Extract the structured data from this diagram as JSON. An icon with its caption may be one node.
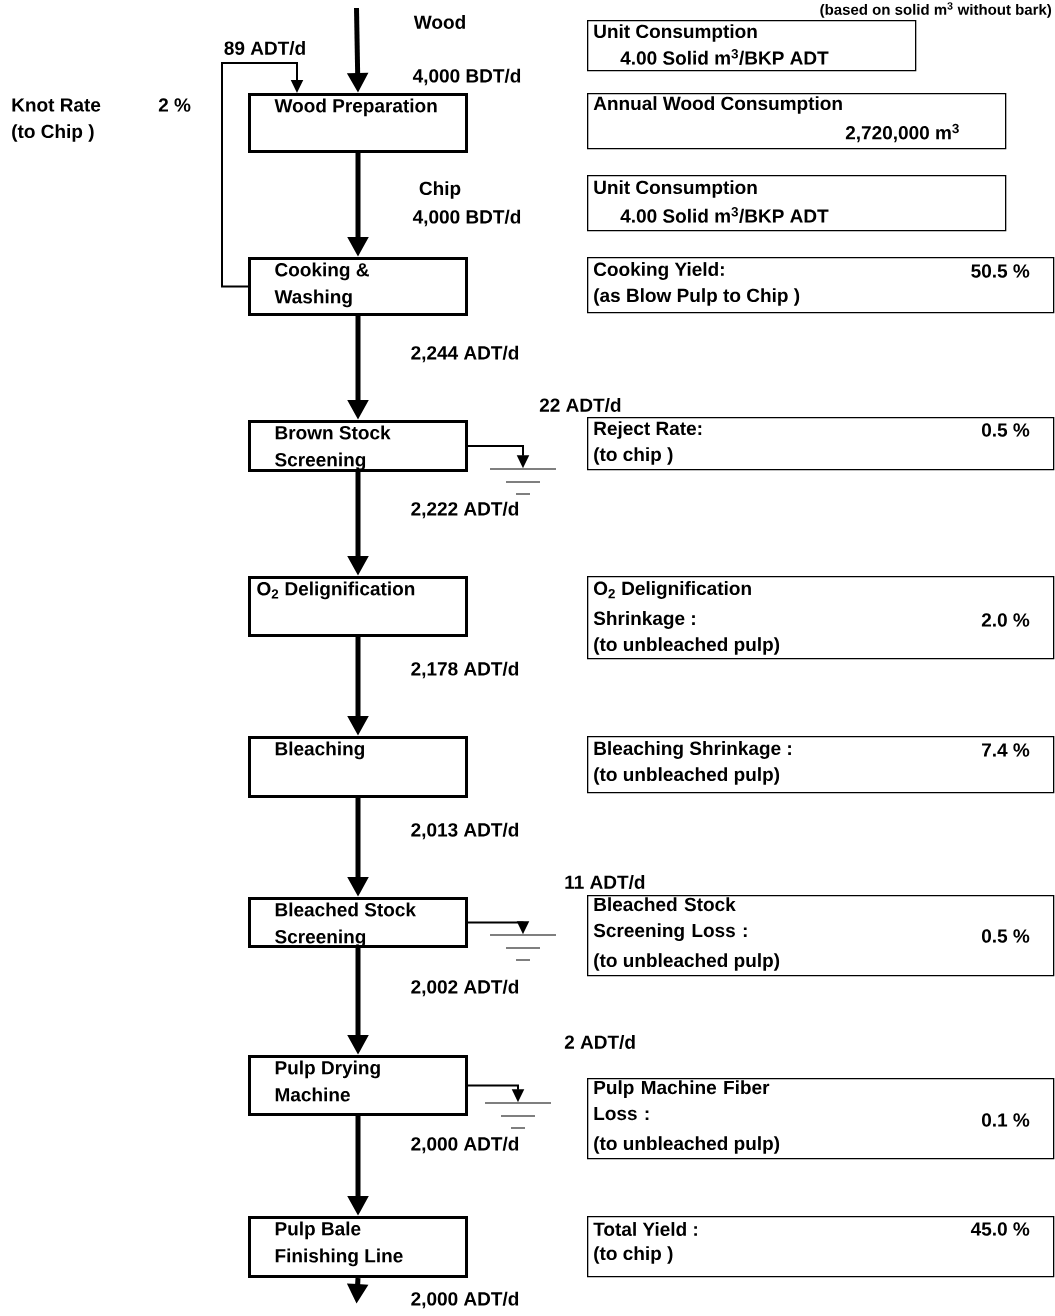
{
  "diagram": {
    "nodes": [
      {
        "text": [
          "Wood Preparation"
        ]
      },
      {
        "text": [
          "Cooking & Washing"
        ]
      },
      {
        "text": [
          "Brown Stock Screening"
        ]
      },
      {
        "text": [
          "O$_{2}$ Delignification"
        ]
      },
      {
        "text": [
          "Bleaching"
        ]
      },
      {
        "text": [
          "Bleached Stock Screening"
        ]
      },
      {
        "text": [
          "Pulp Drying Machine"
        ]
      },
      {
        "text": [
          "Pulp Bale Finishing Line"
        ]
      },
      {
        "text": [
          "Unit Consumption",
          "4.00 Solid m$^{3}$/BKP ADT"
        ]
      },
      {
        "text": [
          "Annual Wood Consumption",
          "2,720,000 m$^{3}$"
        ]
      },
      {
        "text": [
          "Unit Consumption",
          "4.00 Solid m$^{3}$/BKP ADT"
        ]
      },
      {
        "text": [
          "Cooking Yield:",
          "50.5 %",
          "(as Blow Pulp to Chip )"
        ]
      },
      {
        "text": [
          "Reject Rate:",
          "0.5 %",
          "(to chip )"
        ]
      },
      {
        "text": [
          "O$_{2}$ Delignification",
          "Shrinkage :",
          "2.0 %",
          "(to unbleached pulp)"
        ]
      },
      {
        "text": [
          "Bleaching Shrinkage :",
          "7.4 %",
          "(to unbleached pulp)"
        ]
      },
      {
        "text": [
          "Bleached Stock Screening Loss :",
          "0.5 %",
          "(to unbleached pulp)"
        ]
      },
      {
        "text": [
          "Pulp Machine Fiber Loss :",
          "0.1 %",
          "(to unbleached pulp)"
        ]
      },
      {
        "text": [
          "Total Yield :",
          "45.0 %",
          "(to chip )"
        ]
      },
      {
        "text": [],
        "shape": "ground"
      },
      {
        "text": [],
        "shape": "ground"
      },
      {
        "text": [],
        "shape": "ground"
      }
    ],
    "edges": [
      {
        "from": null,
        "to": 0,
        "arrow": "to",
        "label": "4,000 BDT/d"
      },
      {
        "from": 0,
        "to": 1,
        "arrow": "to",
        "label": "4,000 BDT/d"
      },
      {
        "from": 1,
        "to": 0,
        "arrow": "to",
        "label": "89 ADT/d"
      },
      {
        "from": 1,
        "to": 2,
        "arrow": "to",
        "label": "2,244 ADT/d"
      },
      {
        "from": 2,
        "to": 18,
        "arrow": "to",
        "label": "22 ADT/d"
      },
      {
        "from": 2,
        "to": 3,
        "arrow": "to",
        "label": "2,222 ADT/d"
      },
      {
        "from": 3,
        "to": 4,
        "arrow": "to",
        "label": "2,178 ADT/d"
      },
      {
        "from": 4,
        "to": 5,
        "arrow": "to",
        "label": "2,013 ADT/d"
      },
      {
        "from": 5,
        "to": 19,
        "arrow": "to",
        "label": "11 ADT/d"
      },
      {
        "from": 5,
        "to": 6,
        "arrow": "to",
        "label": "2,002 ADT/d"
      },
      {
        "from": 6,
        "to": 20,
        "arrow": "to",
        "label": "2 ADT/d"
      },
      {
        "from": 6,
        "to": 7,
        "arrow": "to",
        "label": "2,000 ADT/d"
      },
      {
        "from": 7,
        "to": null,
        "arrow": "to",
        "label": "2,000 ADT/d"
      }
    ],
    "labels": [
      "(based on solid m$^{3}$ without bark)",
      "Wood",
      "Knot Rate",
      "2 %",
      "(to Chip )",
      "Chip"
    ]
  }
}
